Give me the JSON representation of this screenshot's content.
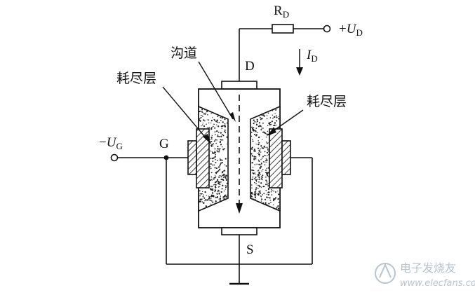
{
  "labels": {
    "rd_main": "R",
    "rd_sub": "D",
    "ud_sign": "+",
    "ud_main": "U",
    "ud_sub": "D",
    "id_main": "I",
    "id_sub": "D",
    "d": "D",
    "channel": "沟道",
    "depletion_left": "耗尽层",
    "depletion_right": "耗尽层",
    "ug_sign": "−",
    "ug_main": "U",
    "ug_sub": "G",
    "g": "G",
    "s": "S"
  },
  "watermark": {
    "cn": "电子发烧友",
    "url": "www.elecfans.com"
  },
  "colors": {
    "line": "#111111",
    "watermark": "#b8c4d0"
  }
}
